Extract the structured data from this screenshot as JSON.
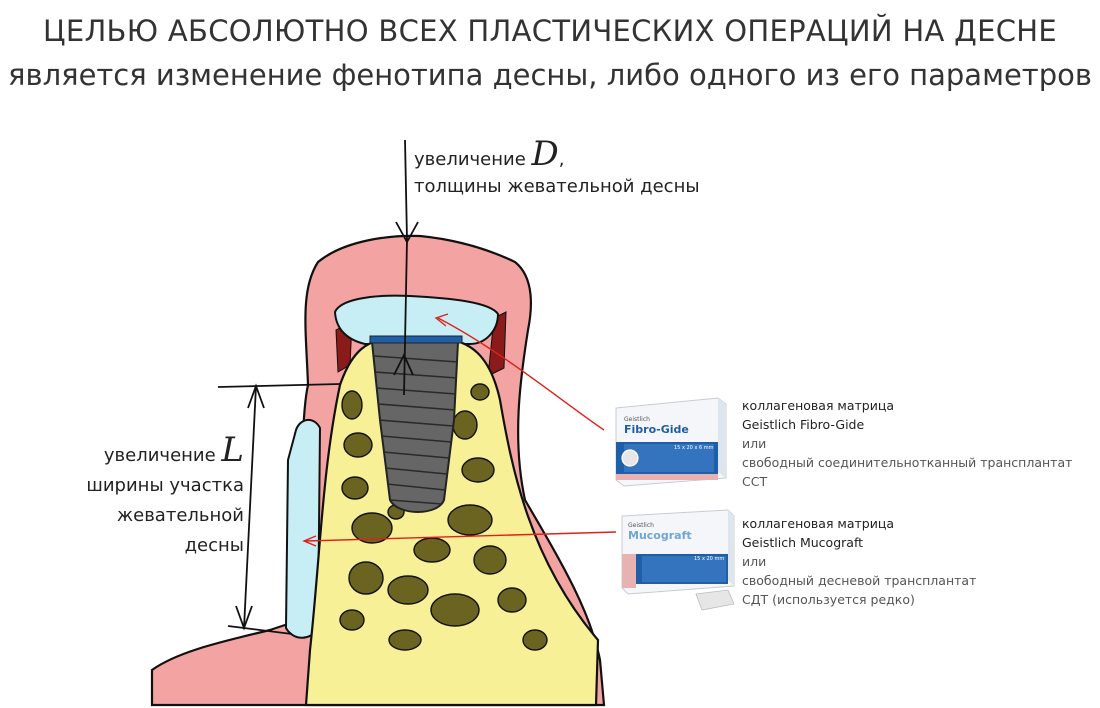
{
  "title": {
    "line1": "ЦЕЛЬЮ АБСОЛЮТНО ВСЕХ ПЛАСТИЧЕСКИХ ОПЕРАЦИЙ НА ДЕСНЕ",
    "line2": "является изменение фенотипа десны, либо одного из его параметров"
  },
  "label_d": {
    "prefix": "увеличение",
    "letter": "D",
    "suffix": ",",
    "line2": "толщины жевательной десны"
  },
  "label_l": {
    "prefix": "увеличение",
    "letter": "L",
    "line2": "ширины участка",
    "line3": "жевательной",
    "line4": "десны"
  },
  "product_1": {
    "brand": "Geistlich",
    "name": "Fibro-Gide",
    "size": "15 x 20 x 6 mm",
    "note_line1": "коллагеновая матрица",
    "note_line2": "Geistlich Fibro-Gide",
    "note_or": "или",
    "note_line3": "свободный соединительнотканный трансплантат",
    "note_line4": "ССТ"
  },
  "product_2": {
    "brand": "Geistlich",
    "name": "Mucograft",
    "size": "15 x 20 mm",
    "note_line1": "коллагеновая матрица",
    "note_line2": "Geistlich Mucograft",
    "note_or": "или",
    "note_line3": "свободный десневой трансплантат",
    "note_line4": "СДТ (используется редко)"
  },
  "colors": {
    "gum": "#f4a3a3",
    "gum_dark": "#8b1a1a",
    "bone": "#f7f096",
    "trabecula": "#6b6420",
    "graft": "#c8eef5",
    "implant": "#666666",
    "arrow_red": "#e0201a",
    "brand_blue": "#1f5fa8"
  }
}
